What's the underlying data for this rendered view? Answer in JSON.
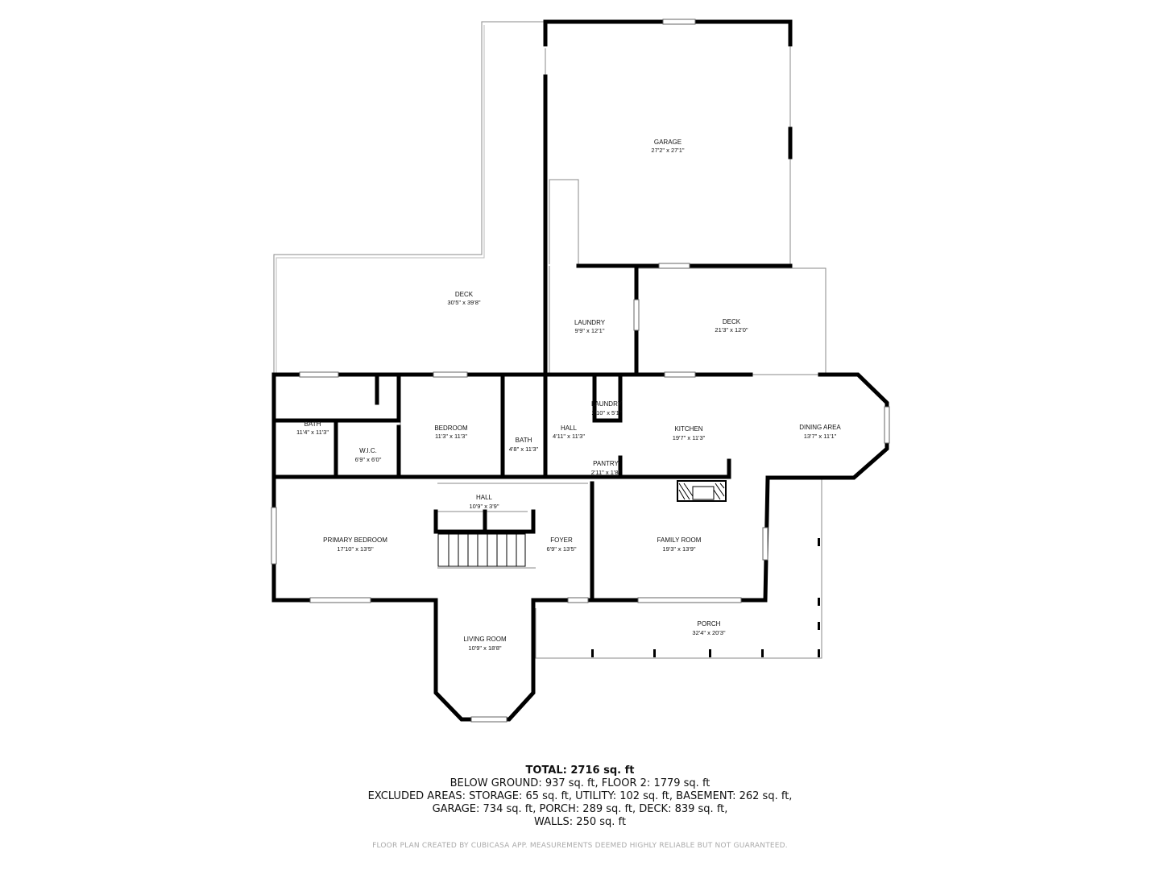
{
  "rooms": {
    "garage": {
      "name": "GARAGE",
      "dims": "27'2\" x 27'1\""
    },
    "deck_large": {
      "name": "DECK",
      "dims": "30'5\" x 39'8\""
    },
    "laundry_upper": {
      "name": "LAUNDRY",
      "dims": "9'9\" x 12'1\""
    },
    "deck_small": {
      "name": "DECK",
      "dims": "21'3\" x 12'0\""
    },
    "bath_left": {
      "name": "BATH",
      "dims": "11'4\" x 11'3\""
    },
    "wic": {
      "name": "W.I.C.",
      "dims": "6'9\" x 6'0\""
    },
    "bedroom": {
      "name": "BEDROOM",
      "dims": "11'3\" x 11'3\""
    },
    "bath_mid": {
      "name": "BATH",
      "dims": "4'8\" x 11'3\""
    },
    "hall_mid": {
      "name": "HALL",
      "dims": "4'11\" x 11'3\""
    },
    "laundry_small": {
      "name": "LAUNDRY",
      "dims": "2'10\" x 5'1\""
    },
    "kitchen": {
      "name": "KITCHEN",
      "dims": "19'7\" x 11'3\""
    },
    "dining": {
      "name": "DINING AREA",
      "dims": "13'7\" x 11'1\""
    },
    "pantry": {
      "name": "PANTRY",
      "dims": "2'11\" x 1'8\""
    },
    "hall_lower": {
      "name": "HALL",
      "dims": "10'9\" x 3'9\""
    },
    "primary_bedroom": {
      "name": "PRIMARY BEDROOM",
      "dims": "17'10\" x 13'5\""
    },
    "foyer": {
      "name": "FOYER",
      "dims": "6'9\" x 13'5\""
    },
    "family_room": {
      "name": "FAMILY ROOM",
      "dims": "19'3\" x 13'9\""
    },
    "porch": {
      "name": "PORCH",
      "dims": "32'4\" x 20'3\""
    },
    "living_room": {
      "name": "LIVING ROOM",
      "dims": "10'9\" x 18'8\""
    }
  },
  "summary": {
    "total": "TOTAL: 2716 sq. ft",
    "line1": "BELOW GROUND: 937 sq. ft, FLOOR 2: 1779 sq. ft",
    "line2": "EXCLUDED AREAS: STORAGE: 65 sq. ft, UTILITY: 102 sq. ft, BASEMENT: 262 sq. ft,",
    "line3": "GARAGE: 734 sq. ft, PORCH: 289 sq. ft, DECK: 839 sq. ft,",
    "line4": "WALLS: 250 sq. ft"
  },
  "footer": "FLOOR PLAN CREATED BY CUBICASA APP. MEASUREMENTS DEEMED HIGHLY RELIABLE BUT NOT GUARANTEED.",
  "colors": {
    "wall": "#000000",
    "thin_line": "#888888",
    "window": "#bbbbbb",
    "background": "#ffffff"
  }
}
